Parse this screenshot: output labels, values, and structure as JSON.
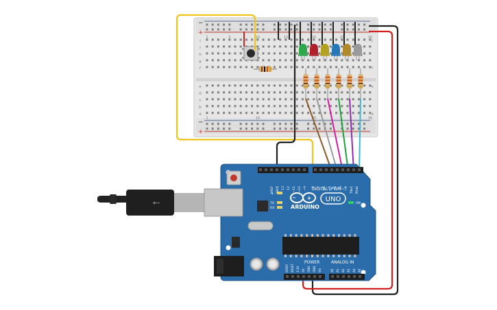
{
  "breadboard": {
    "rail_minus": "−",
    "rail_plus": "+",
    "row_letters_top": [
      "j",
      "i",
      "h",
      "g",
      "f"
    ],
    "row_letters_bottom": [
      "e",
      "d",
      "c",
      "b",
      "a"
    ],
    "column_numbers": [
      "1",
      "5",
      "10",
      "15",
      "20",
      "25",
      "30"
    ]
  },
  "leds": [
    {
      "color": "#2ea84a"
    },
    {
      "color": "#b0212b"
    },
    {
      "color": "#b3a221"
    },
    {
      "color": "#2677b8"
    },
    {
      "color": "#b0892c"
    },
    {
      "color": "#9a9a9a"
    }
  ],
  "arduino": {
    "brand": "ARDUINO",
    "model": "UNO",
    "digital_label": "DIGITAL (PWM~)",
    "power_label": "POWER",
    "analog_label": "ANALOG IN",
    "on_label": "ON",
    "led_l": "L",
    "led_tx": "TX",
    "led_rx": "RX",
    "aref": "AREF",
    "gnd": "GND",
    "pin_13": "13",
    "pin_12": "12",
    "pin_11": "~11",
    "pin_10": "~10",
    "pin_9": "~9",
    "pin_8": "8",
    "pin_7": "7",
    "pin_6": "~6",
    "pin_5": "~5",
    "pin_4": "4",
    "pin_3": "~3",
    "pin_2": "2",
    "pin_1": "TX▸1",
    "pin_0": "RX◂0",
    "ioref": "IOREF",
    "reset": "RESET",
    "v33": "3.3V",
    "v5": "5V",
    "gnd1": "GND",
    "gnd2": "GND",
    "vin": "Vin",
    "a0": "A0",
    "a1": "A1",
    "a2": "A2",
    "a3": "A3",
    "a4": "A4",
    "a5": "A5"
  },
  "colors": {
    "board": "#2b6cab",
    "breadboard": "#e8e8e8",
    "wire_red": "#d21f1f",
    "wire_black": "#1e1e1e",
    "wire_yellow": "#f0c419"
  }
}
